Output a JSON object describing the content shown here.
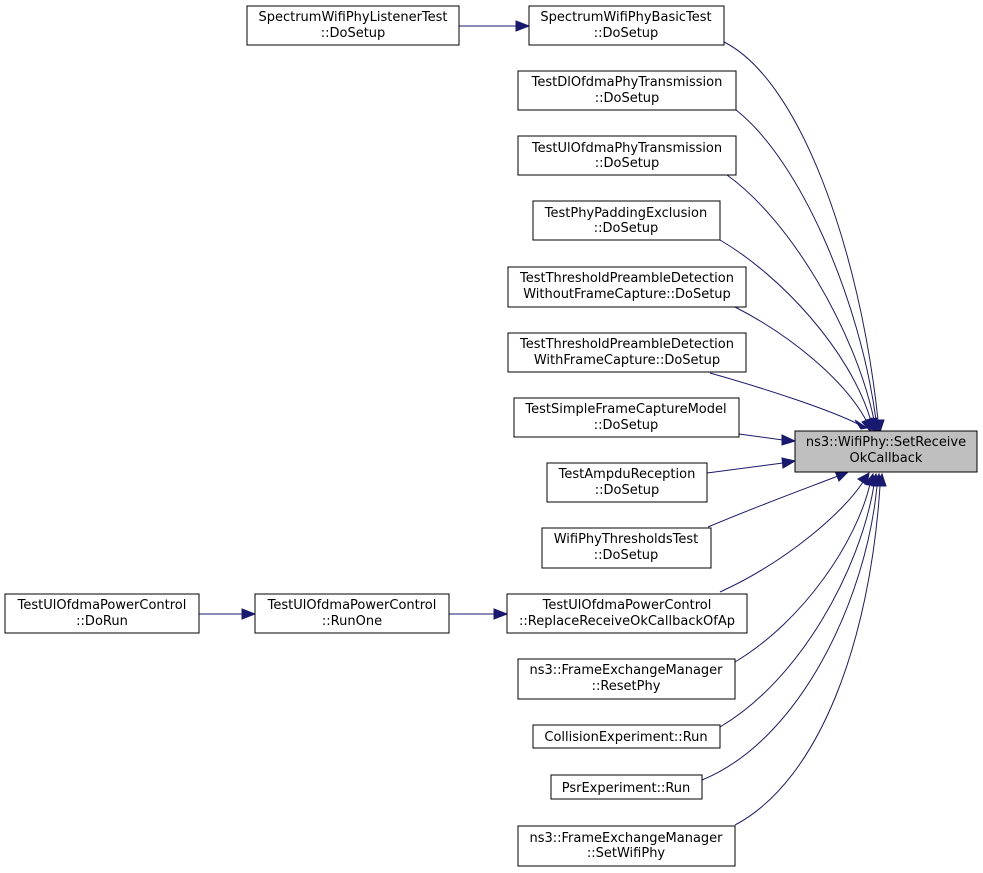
{
  "diagram": {
    "target": {
      "line1": "ns3::WifiPhy::SetReceive",
      "line2": "OkCallback"
    },
    "callers": [
      {
        "id": "spectrum-basic",
        "line1": "SpectrumWifiPhyBasicTest",
        "line2": "::DoSetup"
      },
      {
        "id": "spectrum-listener",
        "line1": "SpectrumWifiPhyListenerTest",
        "line2": "::DoSetup"
      },
      {
        "id": "dl-ofdma",
        "line1": "TestDlOfdmaPhyTransmission",
        "line2": "::DoSetup"
      },
      {
        "id": "ul-ofdma",
        "line1": "TestUlOfdmaPhyTransmission",
        "line2": "::DoSetup"
      },
      {
        "id": "padding",
        "line1": "TestPhyPaddingExclusion",
        "line2": "::DoSetup"
      },
      {
        "id": "threshold-without",
        "line1": "TestThresholdPreambleDetection",
        "line2": "WithoutFrameCapture::DoSetup"
      },
      {
        "id": "threshold-with",
        "line1": "TestThresholdPreambleDetection",
        "line2": "WithFrameCapture::DoSetup"
      },
      {
        "id": "simple-capture",
        "line1": "TestSimpleFrameCaptureModel",
        "line2": "::DoSetup"
      },
      {
        "id": "ampdu",
        "line1": "TestAmpduReception",
        "line2": "::DoSetup"
      },
      {
        "id": "thresholds",
        "line1": "WifiPhyThresholdsTest",
        "line2": "::DoSetup"
      },
      {
        "id": "replace-cb",
        "line1": "TestUlOfdmaPowerControl",
        "line2": "::ReplaceReceiveOkCallbackOfAp"
      },
      {
        "id": "run-one",
        "line1": "TestUlOfdmaPowerControl",
        "line2": "::RunOne"
      },
      {
        "id": "do-run",
        "line1": "TestUlOfdmaPowerControl",
        "line2": "::DoRun"
      },
      {
        "id": "reset-phy",
        "line1": "ns3::FrameExchangeManager",
        "line2": "::ResetPhy"
      },
      {
        "id": "collision",
        "line1": "CollisionExperiment::Run",
        "line2": ""
      },
      {
        "id": "psr",
        "line1": "PsrExperiment::Run",
        "line2": ""
      },
      {
        "id": "set-wifi-phy",
        "line1": "ns3::FrameExchangeManager",
        "line2": "::SetWifiPhy"
      }
    ]
  }
}
